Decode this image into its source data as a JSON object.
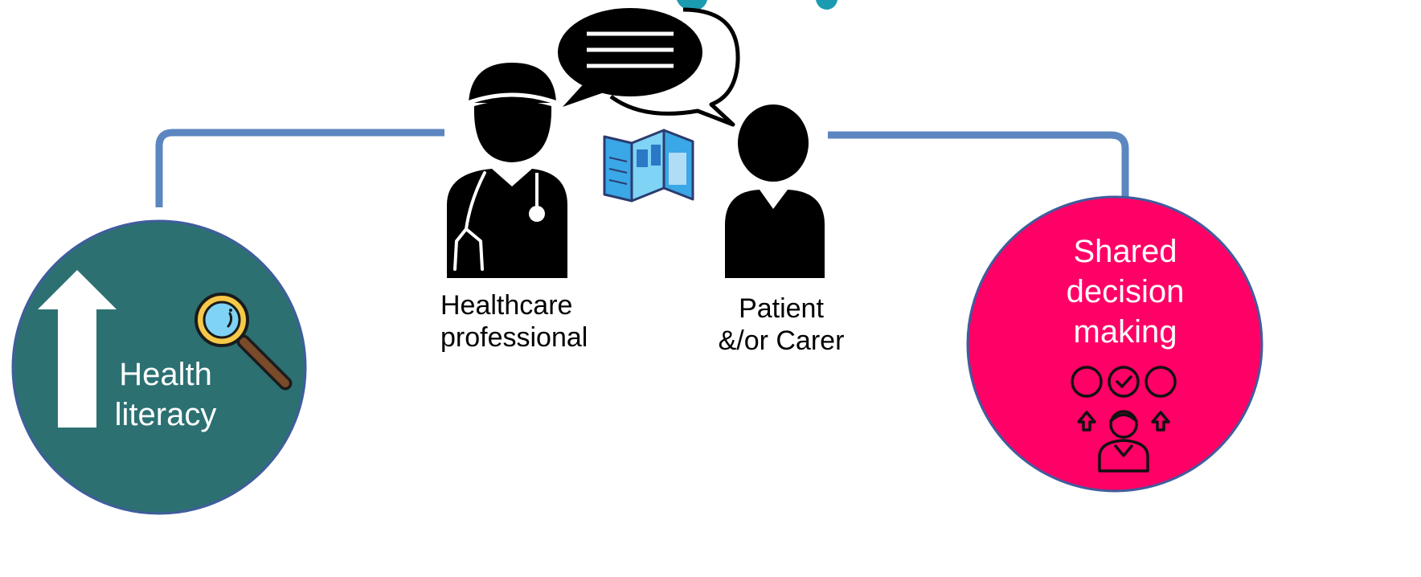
{
  "diagram": {
    "connector_color": "#5b86c0",
    "left_node": {
      "label_line1": "Health",
      "label_line2": "literacy",
      "fill": "#2c7072",
      "border": "#3f5d9c",
      "icons": [
        "up-arrow-icon",
        "magnifier-icon"
      ]
    },
    "right_node": {
      "label_line1": "Shared",
      "label_line2": "decision",
      "label_line3": "making",
      "fill": "#ff0066",
      "border": "#3f5d9c",
      "icons": [
        "decision-group-icon"
      ]
    },
    "center": {
      "professional_line1": "Healthcare",
      "professional_line2": "professional",
      "patient_line1": "Patient",
      "patient_line2": "&/or Carer",
      "icons": [
        "doctor-icon",
        "speech-bubble-icon",
        "thought-bubble-icon",
        "leaflet-icon",
        "patient-icon"
      ],
      "leaflet_color": "#3aa7e6"
    },
    "top_accent_color": "#1a9bb0"
  }
}
